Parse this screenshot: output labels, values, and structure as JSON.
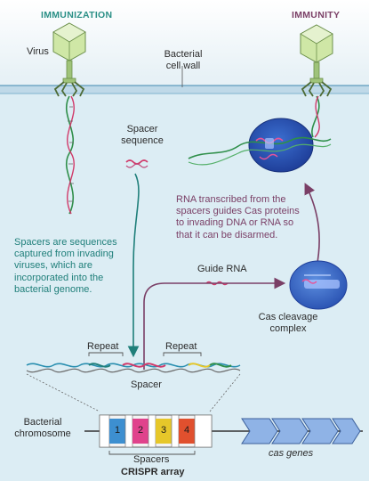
{
  "headers": {
    "left": "IMMUNIZATION",
    "right": "IMMUNITY"
  },
  "labels": {
    "virus": "Virus",
    "cell_wall": "Bacterial\ncell wall",
    "spacer_sequence": "Spacer\nsequence",
    "spacers_explanation": "Spacers are sequences\ncaptured from invading\nviruses, which are\nincorporated into the\nbacterial genome.",
    "rna_explanation": "RNA transcribed from the\nspacers guides Cas proteins\nto invading DNA or RNA so\nthat it can be disarmed.",
    "guide_rna": "Guide RNA",
    "cas_complex": "Cas cleavage\ncomplex",
    "repeat_left": "Repeat",
    "repeat_right": "Repeat",
    "spacer": "Spacer",
    "chromosome": "Bacterial\nchromosome",
    "spacers": "Spacers",
    "crispr_array": "CRISPR array",
    "cas_genes": "cas genes"
  },
  "crispr_slots": [
    "1",
    "2",
    "3",
    "4"
  ],
  "colors": {
    "cell_interior": "#dcedf4",
    "teal": "#1f7f7a",
    "plum": "#7a3f66",
    "slot_blue": "#3d8fd0",
    "slot_pink": "#e0438c",
    "slot_yellow": "#e6c72a",
    "slot_red": "#e0502e"
  }
}
